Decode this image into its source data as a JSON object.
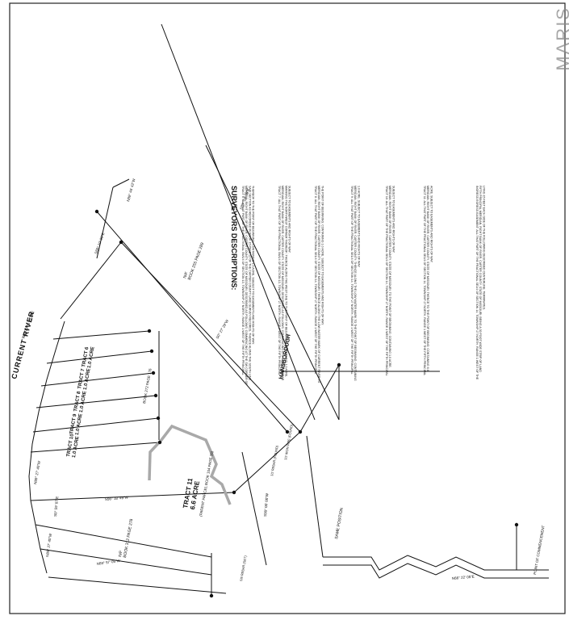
{
  "watermark": "MARIS",
  "colors": {
    "ink": "#111111",
    "parcel_highlight": "#a9a9a9",
    "paper": "#ffffff",
    "watermark": "#8a8a8a"
  },
  "heading": "SURVEYORS DESCRIPTIONS:",
  "river_label": "CURRENT RIVER",
  "river_side_label": "WATERS EDGE",
  "tract11": {
    "name": "TRACT 11",
    "acres": "6.6 ACRE"
  },
  "tracts": [
    {
      "name": "TRACT 10",
      "acres": "1.0 ACRE"
    },
    {
      "name": "TRACT 9",
      "acres": "1.0 ACRE"
    },
    {
      "name": "TRACT 8",
      "acres": "1.0 ACRE"
    },
    {
      "name": "TRACT 7",
      "acres": "1.0 ACRE"
    },
    {
      "name": "TRACT 6",
      "acres": "1.0 ACRE"
    }
  ],
  "labels": {
    "parent_parcel": "(PARENT PARCEL BOOK 154 PAGE 35)",
    "hansborough": "HANSBOROUGH",
    "nf_book": "N/F",
    "book_255": "BOOK 255 PAGE 289",
    "book_312": "BOOK 312 PAGE 278",
    "book_272": "BOOK 272 PAGE 176",
    "ingress": "INGRESS EGRESS EASEMENT",
    "same_position": "SAME POSITION",
    "point_commence": "POINT OF COMMENCEMENT",
    "rebar_found": "1/2 REBAR (FOUND)",
    "rebar_set": "5/8 REBAR (SET)",
    "iron_pipe": "1/2 IRON PIPE (FOUND)"
  },
  "bearings": [
    "N89° 27' 40\"W",
    "S0° 59' 07\"E",
    "N89° 27' 40\"W",
    "S68° 10' 09\"E",
    "N89° 46' 42\"W",
    "S89° 19' 39\"E",
    "S0° 27' 29\"W",
    "S90° 00' 00\"W",
    "S56° 18' 49\"W",
    "N89° 57' 05\"W",
    "N66° 22' 05\"E"
  ],
  "paragraphs": [
    "TRACT 6: ALL THAT PART OF THE FRACTIONAL SW1/4 OF SECTION 13, TOWNSHIP 27 NORTH, RANGE 1 WEST OF THE FIFTH PRINCIPAL MERIDIAN, RIGHT BANK OF RIVER, CARTER COUNTY, STATE OF MISSOURI, DESCRIBED AS FOLLOWS: COMMENCING AT THE SW CORNER OF SAID SECTION AS RECORDED IN BOOK 15 PAGE 22 OF THE CARTER COUNTY LAND SURVEY RECORDS, THENCE ALONG THE SOUTH LINE THEREOF TO THE POINT OF BEGINNING; CONTAINING 1.0 ACRE, SUBJECT TO EASEMENTS AND RIGHTS OF WAY.",
    "TRACT 7: ALL THAT PART OF THE FRACTIONAL SW1/4 OF SECTION 13, TOWNSHIP 27 NORTH, RANGE 1 WEST OF THE FIFTH PRINCIPAL MERIDIAN, RIGHT BANK OF RIVER, CARTER COUNTY, STATE OF MISSOURI, DESCRIBED AS FOLLOWS: COMMENCING AT A 1/2 INCH REBAR MARKING THE NORTHWEST CORNER THEREOF; THENCE ALONG THE WEST LINE TO THE POINT OF BEGINNING; CONTAINING 1.0 ACRE, SUBJECT TO EASEMENTS AND RIGHTS OF WAY.",
    "TRACT 8: ALL THAT PART OF THE FRACTIONAL SE1/4 OF SECTION 14, TOWNSHIP 27 NORTH, RANGE 1 WEST OF THE FIFTH PRINCIPAL MERIDIAN, RIGHT BANK OF RIVER, CARTER COUNTY, STATE OF MISSOURI; THENCE ALONG THE LOW WATER MARK OF CURRENT RIVER TO THE POINT OF BEGINNING; CONTAINING 1.0 ACRE, SUBJECT TO EASEMENTS AND RIGHTS OF WAY.",
    "TRACT 9: ALL THAT PART OF THE FRACTIONAL SE1/4 OF SECTION 14, TOWNSHIP 27 NORTH, RANGE 1 WEST OF THE FIFTH PRINCIPAL MERIDIAN, RIGHT BANK OF RIVER, CARTER COUNTY; THENCE ALONG THE LOW WATER MARK TO THE POINT OF BEGINNING; CONTAINING 1.0 ACRE, SUBJECT TO EASEMENTS AND RIGHTS OF WAY.",
    "TRACT 10: ALL THAT PART OF THE FRACTIONAL SE1/4 OF SECTION 14, TOWNSHIP 27 NORTH, RANGE 1 WEST OF THE FIFTH PRINCIPAL MERIDIAN, RIGHT BANK OF RIVER, CARTER COUNTY, STATE OF MISSOURI; TO THE POINT OF BEGINNING; CONTAINING 1.0 ACRE, SUBJECT TO EASEMENTS AND RIGHTS OF WAY.",
    "TRACT 11: ALL THAT PART OF THE FRACTIONAL SE1/4 OF SECTION 14, TOWNSHIP 27 NORTH, RANGE 1 WEST OF THE FIFTH PRINCIPAL MERIDIAN, RIGHT BANK OF RIVER, CARTER COUNTY, STATE OF MISSOURI; THENCE TO THE POINT OF BEGINNING; CONTAINING 6.6 ACRE, SUBJECT TO EASEMENTS AND RIGHTS OF WAY.",
    "INGRESS EGRESS EASEMENT: ALL THAT PART OF THE FRACTIONAL SE1/4 OF SECTION 14, TOWNSHIP 27 NORTH, RANGE 1 WEST OF THE FIFTH PRINCIPAL MERIDIAN, RIGHT BANK OF RIVER, CARTER COUNTY, STATE OF MISSOURI; BEING A 30 FOOT WIDE STRIP OF LAND LYING 15 FEET EACH SIDE OF THE FOLLOWING DESCRIBED CENTERLINE; TERMINATES."
  ]
}
